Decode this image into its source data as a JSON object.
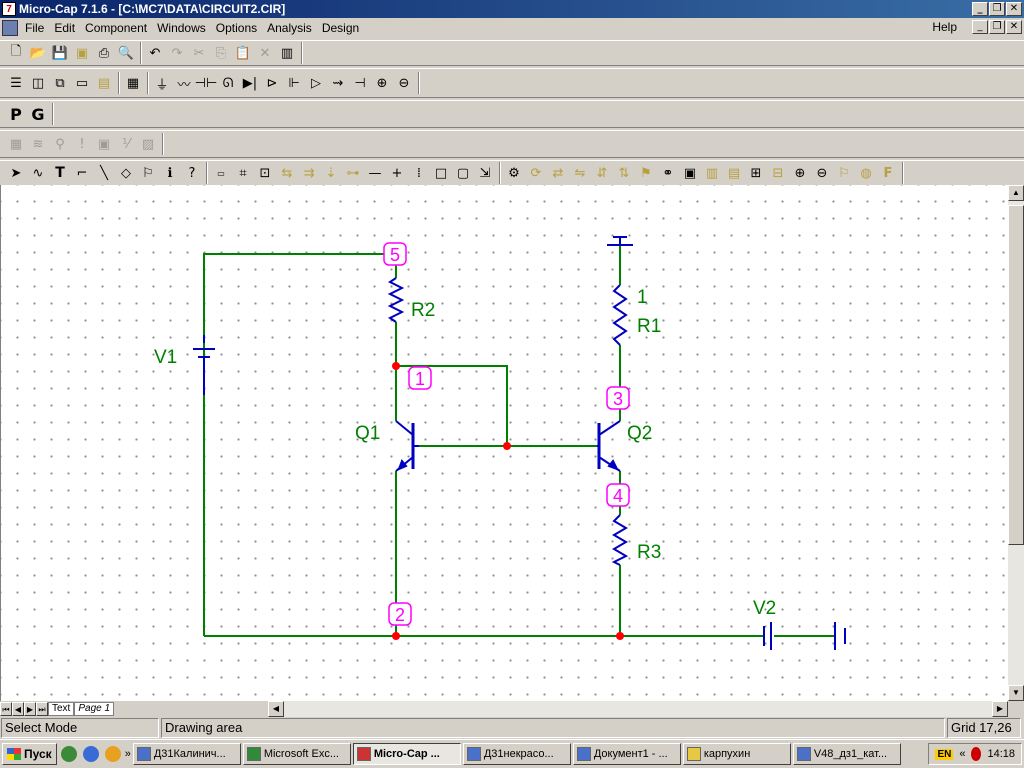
{
  "window": {
    "title": "Micro-Cap 7.1.6 - [C:\\MC7\\DATA\\CIRCUIT2.CIR]",
    "app_icon": "7"
  },
  "window_buttons": {
    "minimize": "_",
    "restore": "❐",
    "close": "✕"
  },
  "menu": {
    "items": [
      "File",
      "Edit",
      "Component",
      "Windows",
      "Options",
      "Analysis",
      "Design"
    ],
    "help": "Help"
  },
  "toolbar3": {
    "p_label": "P",
    "g_label": "G"
  },
  "schematic": {
    "components": {
      "v1": "V1",
      "v2": "V2",
      "r1": "R1",
      "r2": "R2",
      "r3": "R3",
      "q1": "Q1",
      "q2": "Q2",
      "r1_value": "1"
    },
    "nodes": {
      "n1": "1",
      "n2": "2",
      "n3": "3",
      "n4": "4",
      "n5": "5"
    },
    "colors": {
      "wire": "#008000",
      "component": "#0000c0",
      "node_label": "#ff00ff",
      "junction": "#ff0000",
      "label_text": "#008000"
    }
  },
  "page_tabs": {
    "text_tab": "Text",
    "page_tab": "Page 1"
  },
  "status": {
    "mode": "Select Mode",
    "area": "Drawing area",
    "grid": "Grid 17,26"
  },
  "taskbar": {
    "start": "Пуск",
    "tasks": [
      "Д31Калинич...",
      "Microsoft Exc...",
      "Micro-Cap ...",
      "Д31некрасо...",
      "Документ1 - ...",
      "карпухин",
      "V48_дз1_кат..."
    ],
    "lang": "EN",
    "chevron": "«",
    "time": "14:18"
  }
}
